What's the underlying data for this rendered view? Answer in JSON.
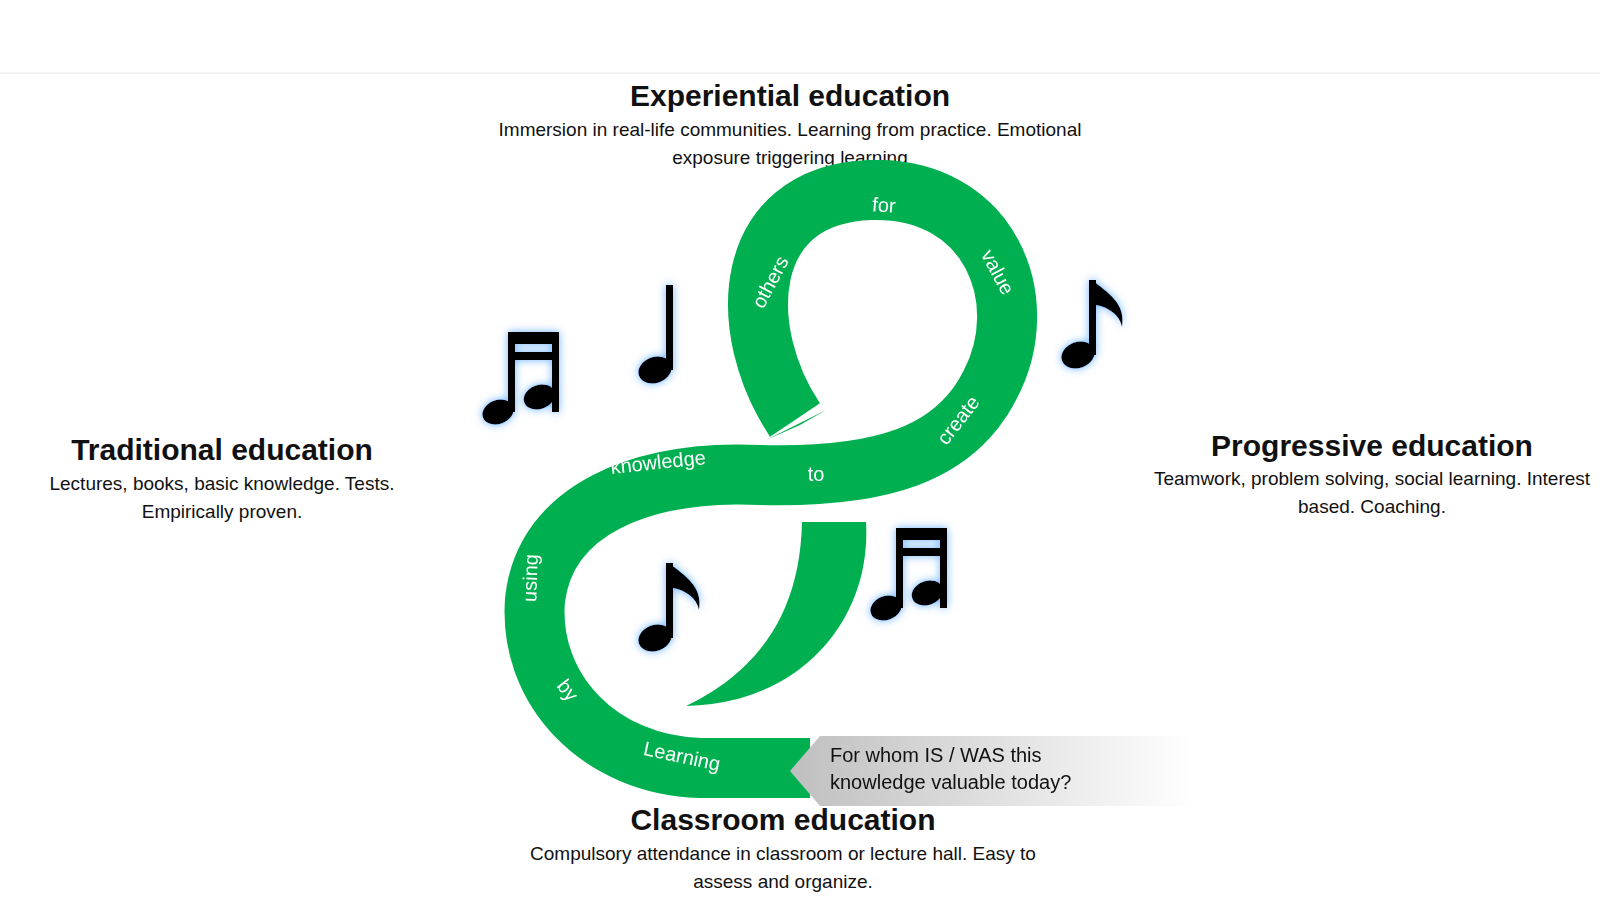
{
  "diagram": {
    "nodes": [
      {
        "text": [
          "Learning",
          "by",
          "using",
          "knowledge",
          "to",
          "create",
          "value",
          "for",
          "others"
        ]
      },
      {
        "text": [
          "For whom IS / WAS this knowledge valuable today?"
        ]
      }
    ],
    "labels": [
      "Experiential education",
      "Immersion in real-life communities. Learning from practice. Emotional exposure triggering learning",
      "Traditional education",
      "Lectures, books, basic knowledge. Tests. Empirically proven.",
      "Progressive education",
      "Teamwork, problem solving, social learning. Interest based. Coaching.",
      "Classroom education",
      "Compulsory attendance in classroom or lecture hall. Easy to assess and organize."
    ]
  }
}
